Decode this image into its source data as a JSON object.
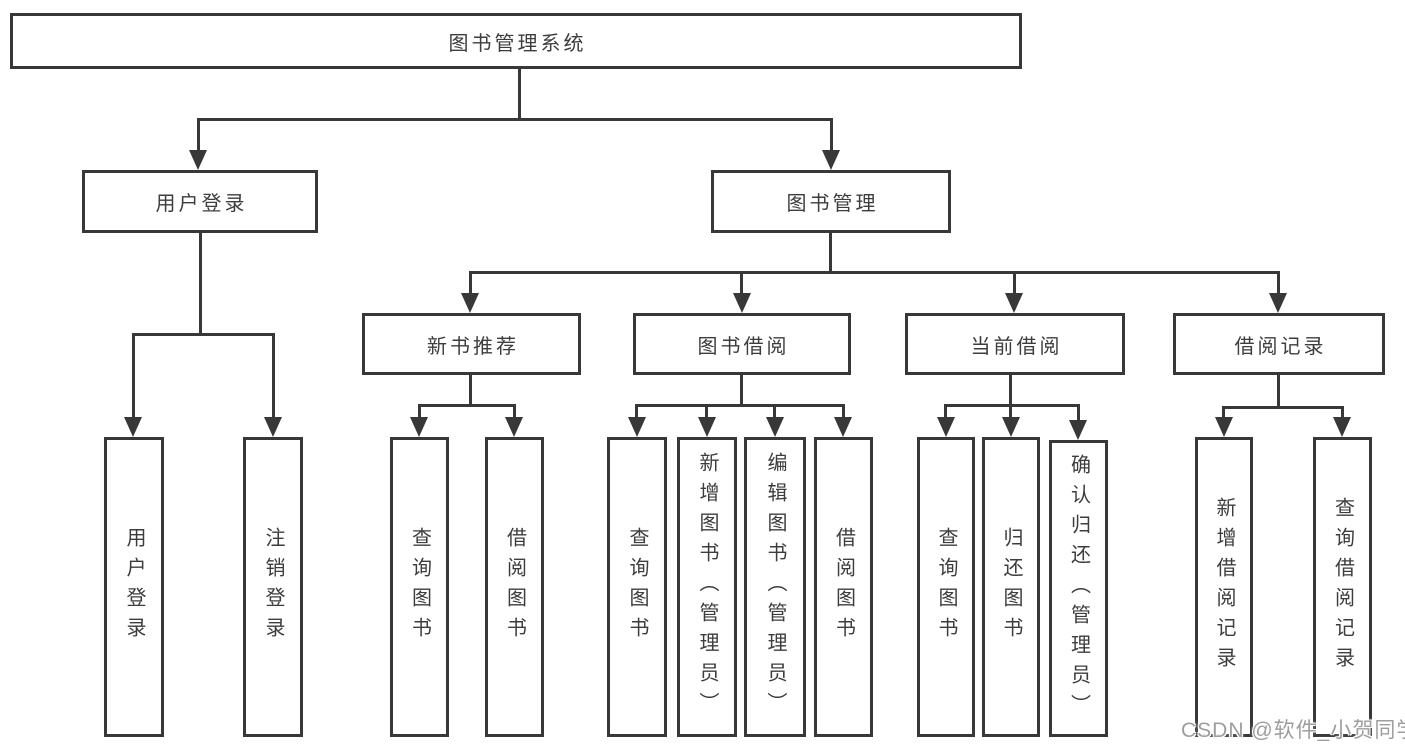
{
  "diagram": {
    "root": {
      "label": "图书管理系统",
      "children": [
        {
          "label": "用户登录",
          "children": [
            {
              "label": "用户登录"
            },
            {
              "label": "注销登录"
            }
          ]
        },
        {
          "label": "图书管理",
          "children": [
            {
              "label": "新书推荐",
              "children": [
                {
                  "label": "查询图书"
                },
                {
                  "label": "借阅图书"
                }
              ]
            },
            {
              "label": "图书借阅",
              "children": [
                {
                  "label": "查询图书"
                },
                {
                  "label": "新增图书（管理员）"
                },
                {
                  "label": "编辑图书（管理员）"
                },
                {
                  "label": "借阅图书"
                }
              ]
            },
            {
              "label": "当前借阅",
              "children": [
                {
                  "label": "查询图书"
                },
                {
                  "label": "归还图书"
                },
                {
                  "label": "确认归还（管理员）"
                }
              ]
            },
            {
              "label": "借阅记录",
              "children": [
                {
                  "label": "新增借阅记录"
                },
                {
                  "label": "查询借阅记录"
                }
              ]
            }
          ]
        }
      ]
    },
    "colors": {
      "line": "#383838",
      "text": "#3d3d3d",
      "background": "#ffffff",
      "watermark": "#9e9e9e"
    }
  },
  "watermark": {
    "text": "CSDN @软件_小贺同学"
  }
}
